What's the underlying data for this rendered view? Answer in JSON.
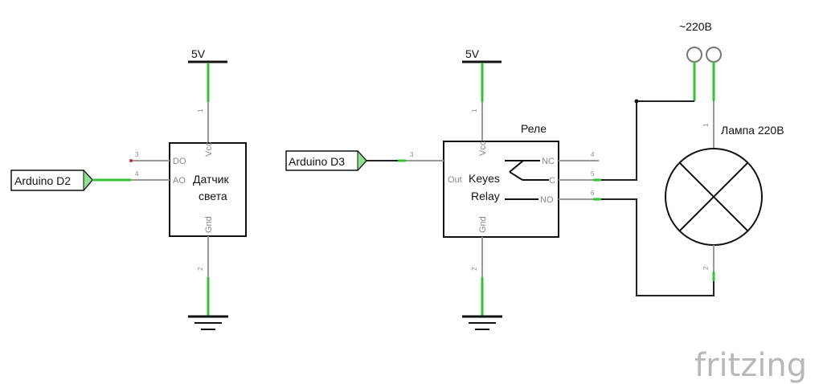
{
  "labels": {
    "arduino_d2": "Arduino D2",
    "arduino_d3": "Arduino D3",
    "vcc_left": "5V",
    "vcc_right": "5V",
    "mains": "~220B",
    "relay_title": "Реле",
    "lamp_title": "Лампа 220В",
    "brand": "fritzing"
  },
  "sensor": {
    "name_line1": "Датчик",
    "name_line2": "света",
    "pin_do": "DO",
    "pin_ao": "AO",
    "pin_vcc": "Vcc",
    "pin_gnd": "Gnd",
    "num_vcc": "1",
    "num_gnd": "2",
    "num_do": "3",
    "num_ao": "4"
  },
  "relay": {
    "name_line1": "Keyes",
    "name_line2": "Relay",
    "pin_out": "Out",
    "pin_vcc": "Vcc",
    "pin_gnd": "Gnd",
    "pin_nc": "NC",
    "pin_c": "C",
    "pin_no": "NO",
    "num_vcc": "1",
    "num_gnd": "2",
    "num_out": "3",
    "num_nc": "4",
    "num_c": "5",
    "num_no": "6"
  },
  "lamp": {
    "num_top": "1",
    "num_bottom": "2"
  },
  "colors": {
    "wire": "#222222",
    "pin_lead": "#999999",
    "connection": "#35c035",
    "brand": "#b8b8b8"
  }
}
